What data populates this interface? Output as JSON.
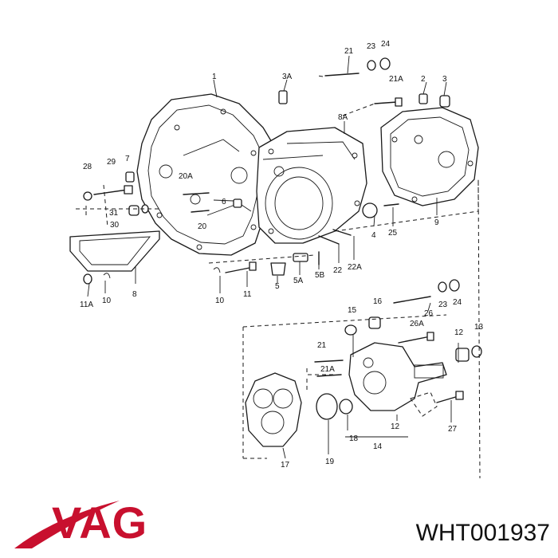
{
  "brand": "VAG",
  "part_number": "WHT001937",
  "colors": {
    "brand_red": "#c8102e",
    "line": "#1a1a1a"
  },
  "callouts": [
    "1",
    "3A",
    "21",
    "23",
    "24",
    "21A",
    "2",
    "3",
    "8A",
    "28",
    "29",
    "7",
    "20A",
    "6",
    "31",
    "30",
    "20",
    "4",
    "25",
    "9",
    "22",
    "22A",
    "5",
    "5A",
    "5B",
    "8",
    "11A",
    "10",
    "10",
    "11",
    "15",
    "16",
    "23",
    "24",
    "26",
    "26A",
    "12",
    "13",
    "21",
    "21A",
    "17",
    "18",
    "19",
    "14",
    "12",
    "27"
  ]
}
